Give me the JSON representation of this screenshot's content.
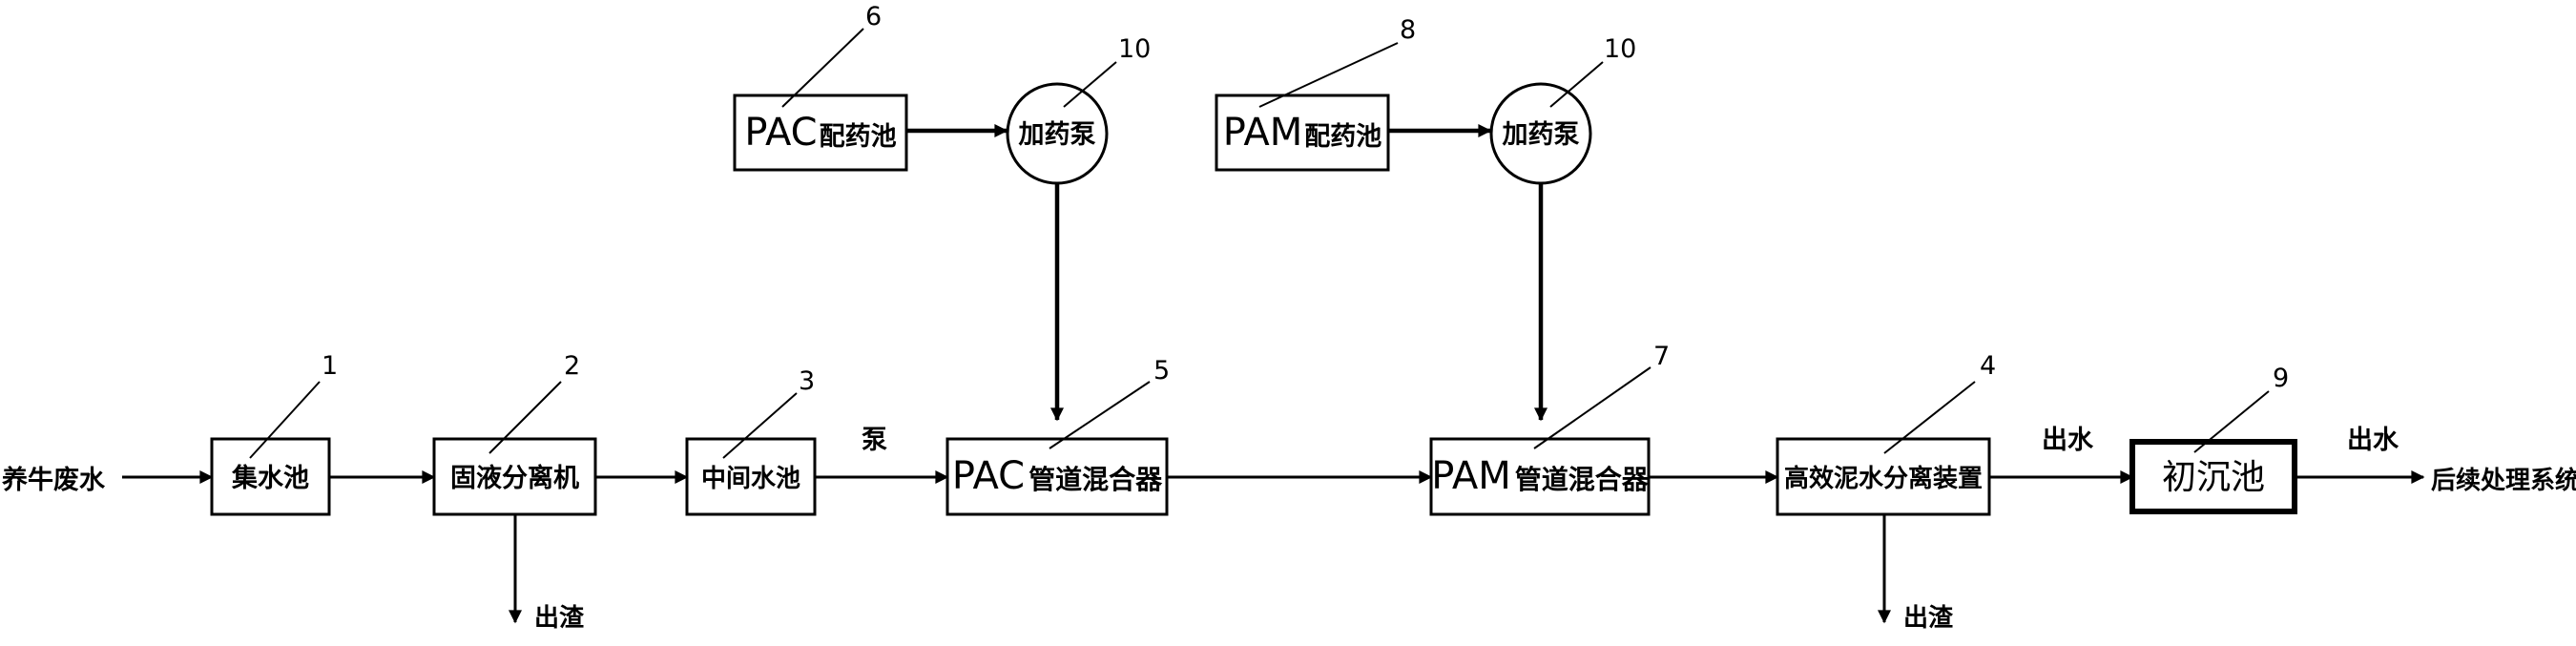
{
  "nodes": {
    "inlet": "养牛废水",
    "collection_tank": "集水池",
    "solid_liquid_separator": "固液分离机",
    "intermediate_tank": "中间水池",
    "pac_mixer_prefix": "PAC",
    "pac_mixer_suffix": "管道混合器",
    "pac_prep_prefix": "PAC",
    "pac_prep_suffix": "配药池",
    "pac_pump": "加药泵",
    "pam_prep_prefix": "PAM",
    "pam_prep_suffix": "配药池",
    "pam_pump": "加药泵",
    "pam_mixer_prefix": "PAM",
    "pam_mixer_suffix": "管道混合器",
    "separation_device": "高效泥水分离装置",
    "primary_clarifier": "初沉池",
    "post_treatment": "后续处理系统"
  },
  "flow_labels": {
    "pump": "泵",
    "outlet_1": "出水",
    "outlet_2": "出水",
    "slag_1": "出渣",
    "slag_2": "出渣"
  },
  "numbers": {
    "n1": "1",
    "n2": "2",
    "n3": "3",
    "n4": "4",
    "n5": "5",
    "n6": "6",
    "n7": "7",
    "n8": "8",
    "n9": "9",
    "n10a": "10",
    "n10b": "10"
  }
}
